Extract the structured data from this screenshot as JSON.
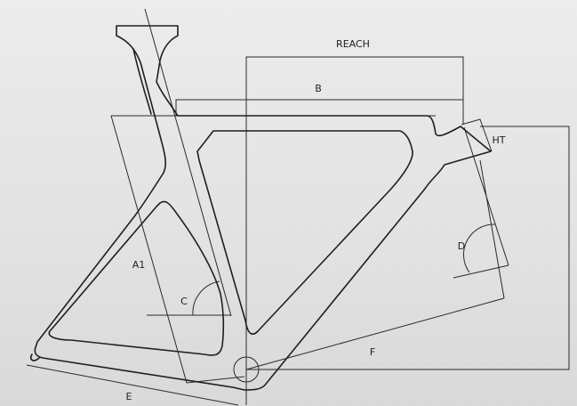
{
  "diagram": {
    "labels": {
      "reach": "REACH",
      "b": "B",
      "ht": "HT",
      "a1": "A1",
      "c": "C",
      "d": "D",
      "e": "E",
      "f": "F"
    },
    "colors": {
      "line": "#2a2a2a",
      "background": "#e4e4e4"
    }
  }
}
